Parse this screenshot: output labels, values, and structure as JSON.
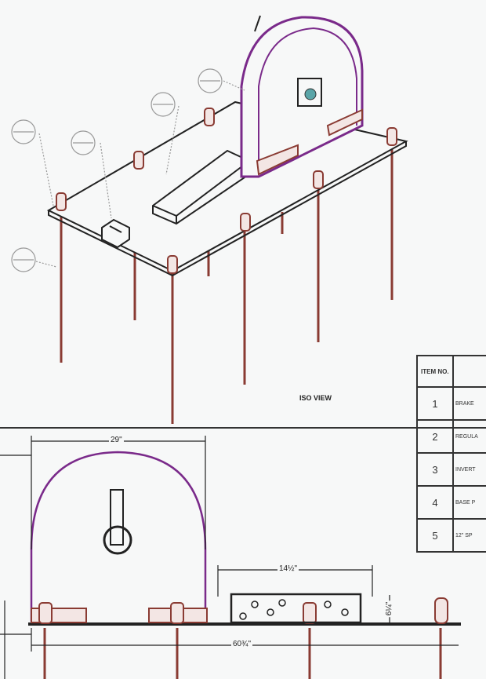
{
  "views": {
    "iso_label": "ISO VIEW"
  },
  "dimensions": {
    "arch_width": "29\"",
    "inverter_length": "14½\"",
    "inverter_height": "6¼\"",
    "base_length": "60¾\""
  },
  "bom_table": {
    "header_item": "ITEM NO.",
    "rows": [
      {
        "no": "1",
        "desc": "BRAKE"
      },
      {
        "no": "2",
        "desc": "REGULA"
      },
      {
        "no": "3",
        "desc": "INVERT"
      },
      {
        "no": "4",
        "desc": "BASE P"
      },
      {
        "no": "5",
        "desc": "12\" SP"
      }
    ]
  },
  "colors": {
    "line": "#222222",
    "brake_disc": "#7a2a8a",
    "posts": "#8a3b33",
    "background": "#f7f8f8"
  }
}
